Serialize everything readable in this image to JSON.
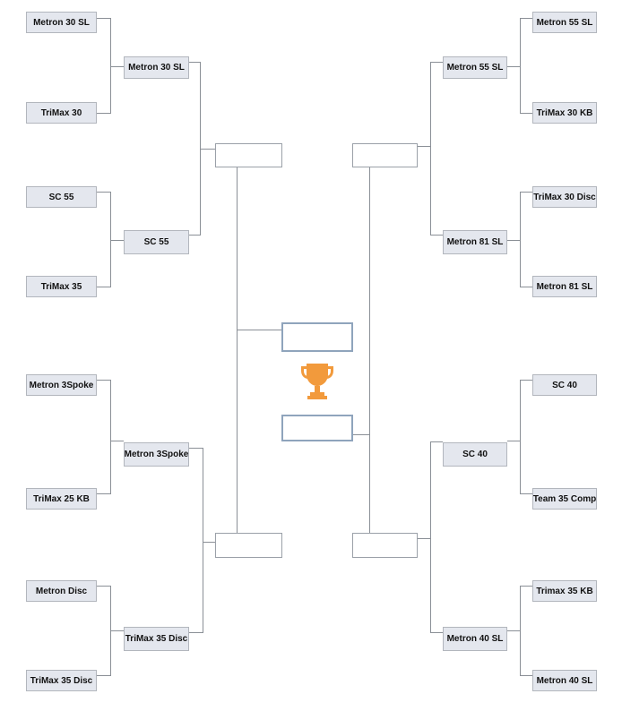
{
  "bracket": {
    "left_top": {
      "r1": [
        "Metron 30 SL",
        "TriMax 30",
        "SC 55",
        "TriMax 35"
      ],
      "r2": [
        "Metron 30 SL",
        "SC 55"
      ],
      "r3": ""
    },
    "left_bottom": {
      "r1": [
        "Metron 3Spoke",
        "TriMax 25 KB",
        "Metron Disc",
        "TriMax 35 Disc"
      ],
      "r2": [
        "Metron 3Spoke",
        "TriMax 35 Disc"
      ],
      "r3": ""
    },
    "right_top": {
      "r1": [
        "Metron 55 SL",
        "TriMax 30 KB",
        "TriMax 30 Disc",
        "Metron 81 SL"
      ],
      "r2": [
        "Metron 55 SL",
        "Metron 81 SL"
      ],
      "r3": ""
    },
    "right_bottom": {
      "r1": [
        "SC 40",
        "Team 35 Comp",
        "Trimax 35 KB",
        "Metron 40 SL"
      ],
      "r2": [
        "SC 40",
        "Metron 40 SL"
      ],
      "r3": ""
    },
    "final_left": "",
    "final_right": "",
    "trophy_icon": "trophy-icon"
  },
  "colors": {
    "box_fill": "#e4e7ee",
    "box_border": "#b2b6bd",
    "line": "#8a8f96",
    "trophy": "#f29a3c",
    "final_border": "#8fa4bc"
  }
}
